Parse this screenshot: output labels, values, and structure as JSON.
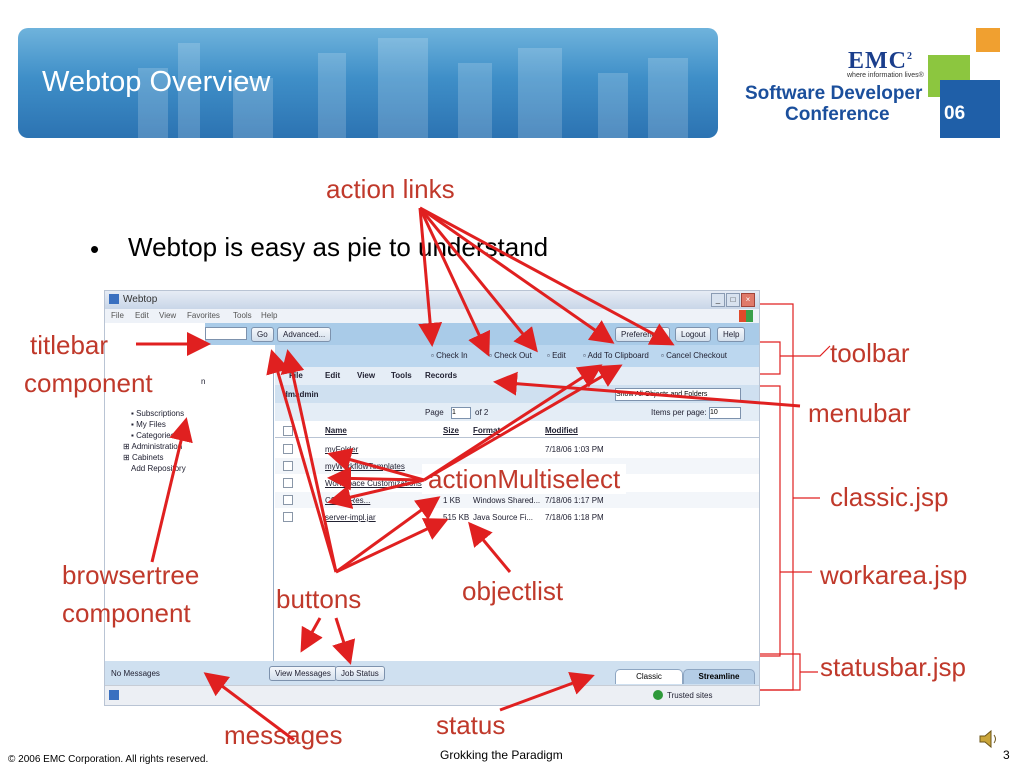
{
  "slide": {
    "title": "Webtop Overview",
    "bullet": "Webtop is easy as pie to understand",
    "logo": {
      "brand": "EMC",
      "superscript": "2",
      "tagline": "where information lives®",
      "line1": "Software Developer",
      "line2": "Conference",
      "year": "06"
    },
    "footer": {
      "copyright": "© 2006 EMC Corporation. All rights reserved.",
      "center": "Grokking the Paradigm",
      "page": "3"
    }
  },
  "annotations": {
    "action_links": "action links",
    "titlebar": "titlebar",
    "titlebar2": "component",
    "toolbar": "toolbar",
    "menubar": "menubar",
    "action_multiselect": "actionMultiselect",
    "classic": "classic.jsp",
    "workarea": "workarea.jsp",
    "browsertree": "browsertree",
    "browsertree2": "component",
    "buttons": "buttons",
    "objectlist": "objectlist",
    "statusbar": "statusbar.jsp",
    "messages": "messages",
    "status": "status"
  },
  "app": {
    "window_title": "Webtop",
    "window_menus": [
      "File",
      "Edit",
      "View",
      "Favorites",
      "Tools",
      "Help"
    ],
    "go_button": "Go",
    "advanced_button": "Advanced...",
    "preferences_button": "Preferences",
    "logout_button": "Logout",
    "help_button": "Help",
    "action_links": [
      "Check In",
      "Check Out",
      "Edit",
      "Add To Clipboard",
      "Cancel Checkout"
    ],
    "menubar": [
      "File",
      "Edit",
      "View",
      "Tools",
      "Records"
    ],
    "tree_items": [
      "Subscriptions",
      "My Files",
      "Categories",
      "Administration",
      "Cabinets",
      "Add Repository"
    ],
    "tree_partial": "n",
    "folder_label": "dmadmin",
    "filter_value": "Show All Objects and Folders",
    "page_label": "Page",
    "page_value": "1",
    "page_of": "of 2",
    "items_label": "Items per page:",
    "items_value": "10",
    "columns": [
      "Name",
      "Size",
      "Format",
      "Modified"
    ],
    "rows": [
      {
        "name": "myFolder",
        "size": "",
        "format": "",
        "modified": "7/18/06 1:03 PM"
      },
      {
        "name": "myWorkflowTemplates",
        "size": "",
        "format": "",
        "modified": ""
      },
      {
        "name": "Workspace Customizations",
        "size": "",
        "format": "",
        "modified": ""
      },
      {
        "name": "CSEC Res...",
        "size": "1 KB",
        "format": "Windows Shared...",
        "modified": "7/18/06 1:17 PM"
      },
      {
        "name": "server-impl.jar",
        "size": "515 KB",
        "format": "Java Source Fi...",
        "modified": "7/18/06 1:18 PM"
      }
    ],
    "status_text": "No Messages",
    "view_messages_button": "View Messages",
    "job_status_button": "Job Status",
    "tab_classic": "Classic",
    "tab_streamline": "Streamline",
    "trusted_sites": "Trusted sites"
  }
}
